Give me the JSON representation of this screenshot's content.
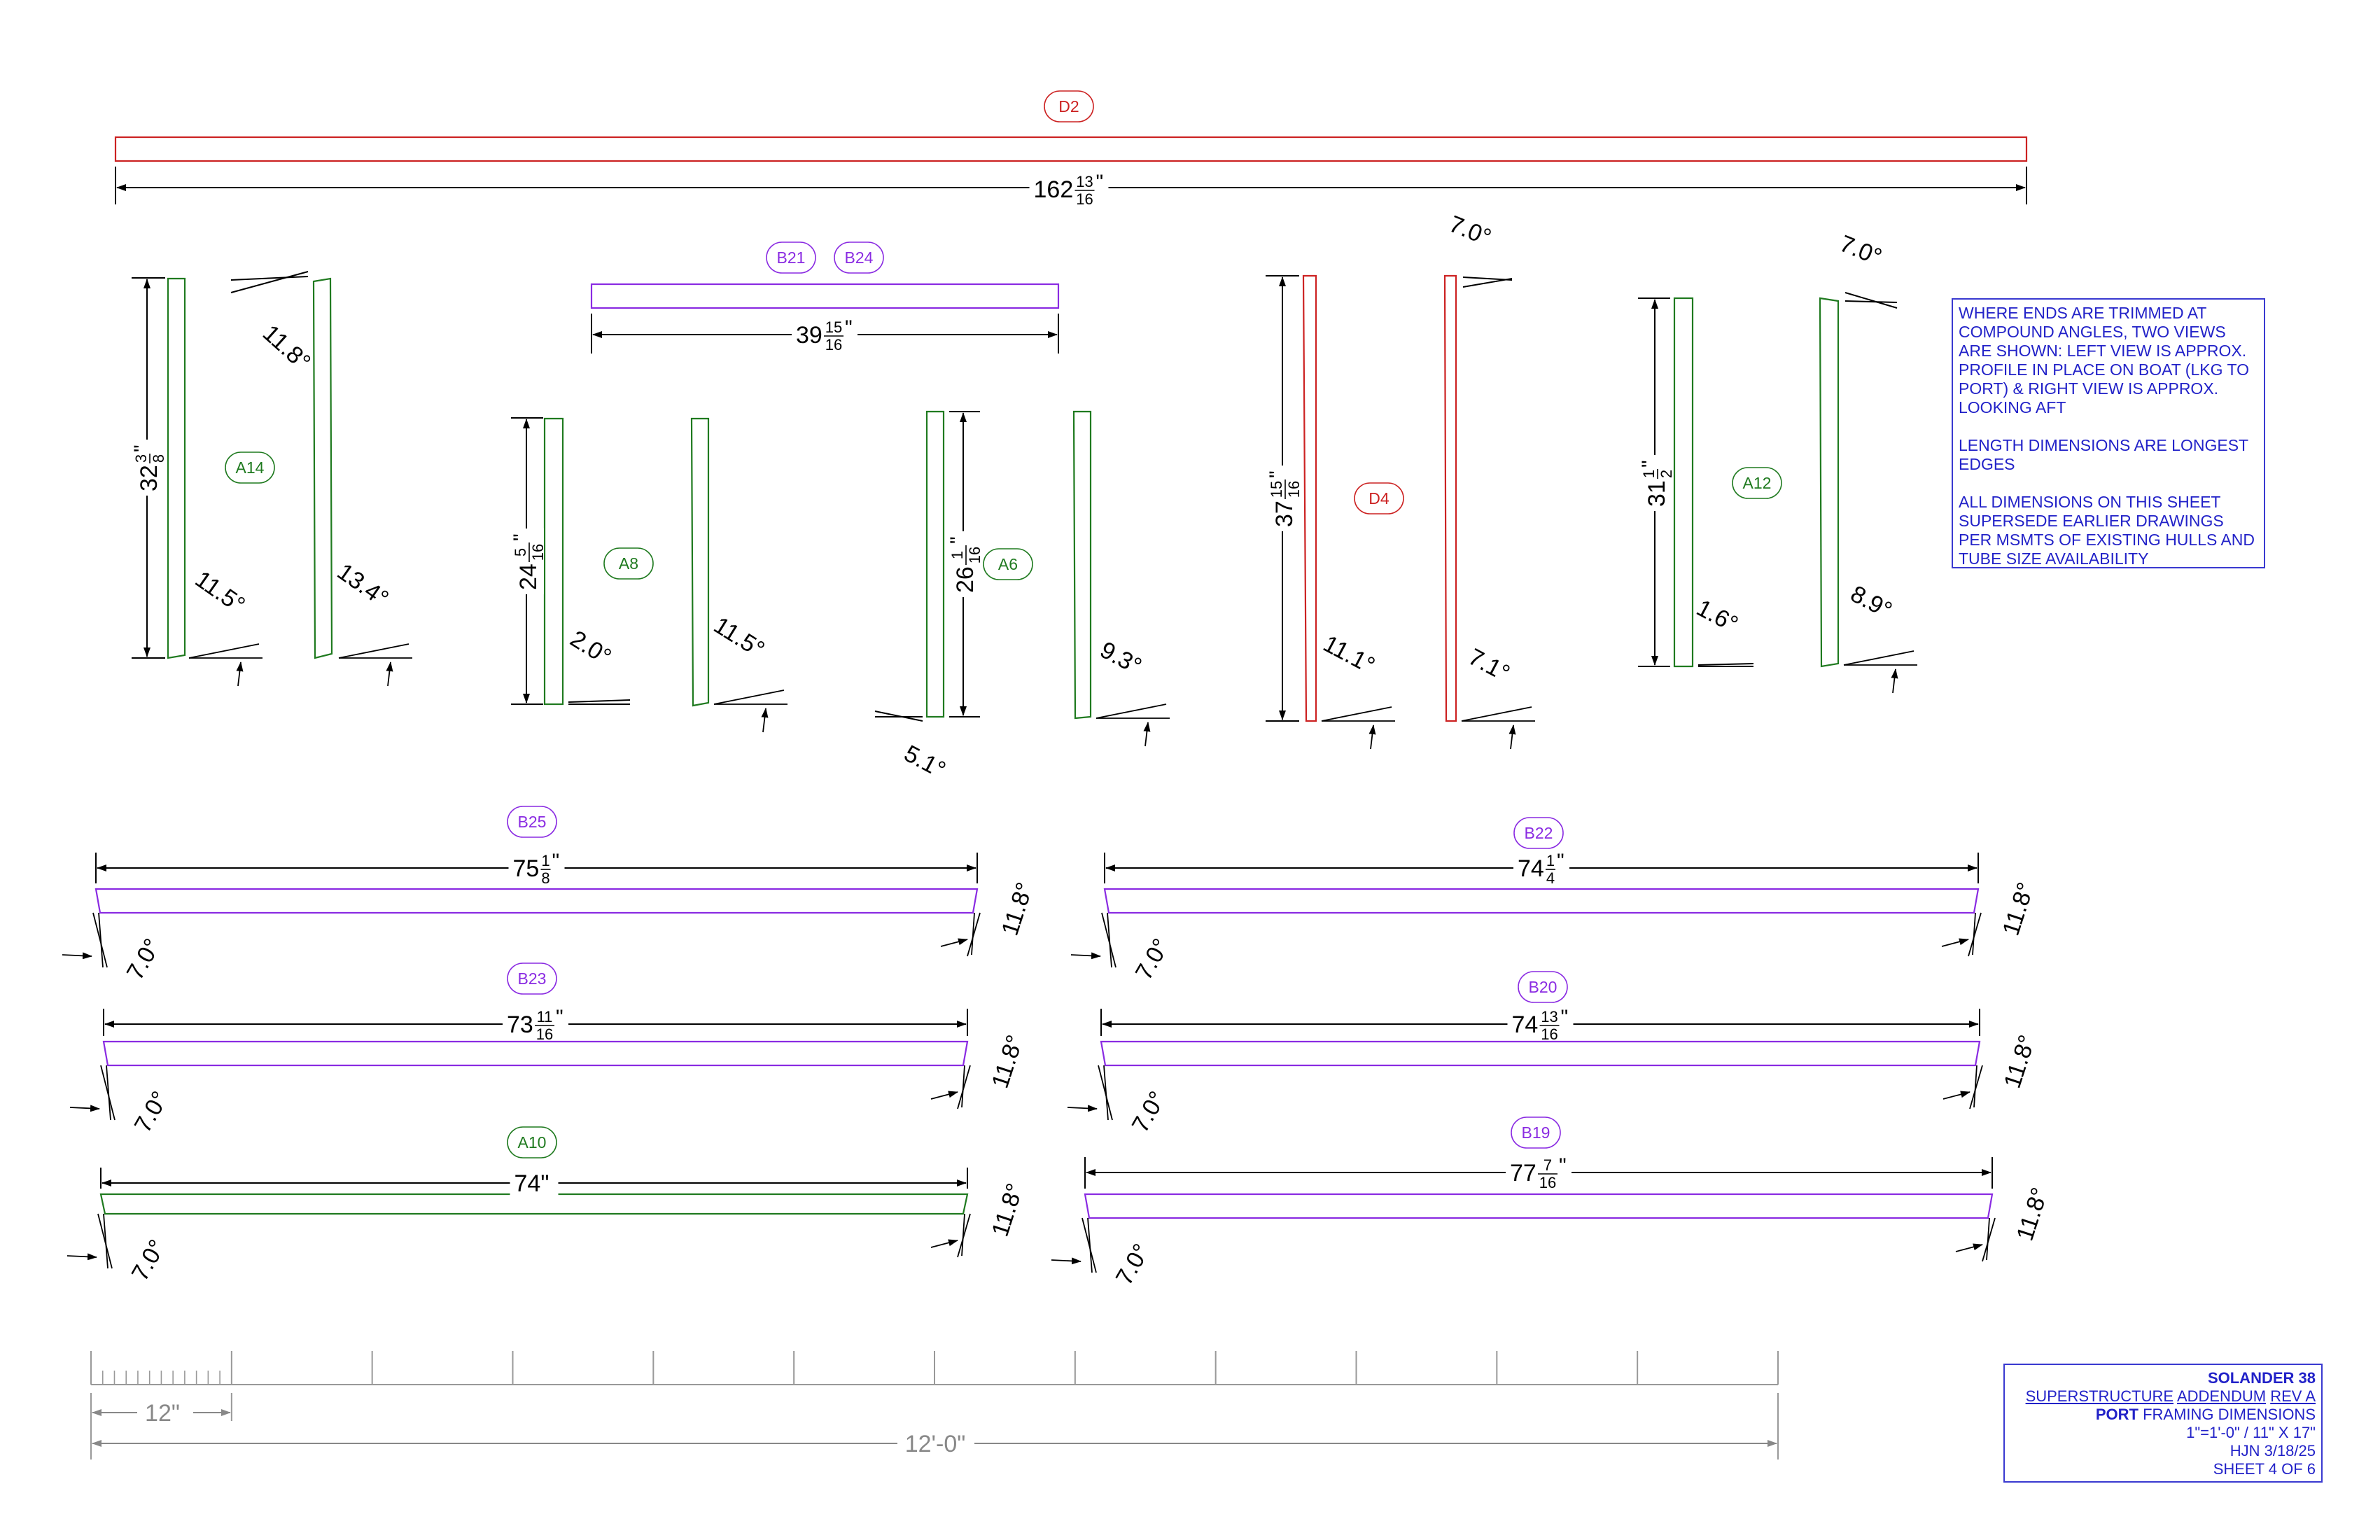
{
  "colors": {
    "red": "#cc2222",
    "green": "#1f7a1f",
    "purple": "#8a2be2",
    "blue": "#2222c8",
    "black": "#000000",
    "gray": "#888888"
  },
  "tags": {
    "D2": "D2",
    "B21": "B21",
    "B24": "B24",
    "A14": "A14",
    "A8": "A8",
    "A6": "A6",
    "D4": "D4",
    "A12": "A12",
    "B25": "B25",
    "B22": "B22",
    "B23": "B23",
    "B20": "B20",
    "A10": "A10",
    "B19": "B19"
  },
  "dims": {
    "d2": {
      "whole": "162",
      "num": "13",
      "den": "16",
      "unit": "\""
    },
    "b21": {
      "whole": "39",
      "num": "15",
      "den": "16",
      "unit": "\""
    },
    "a14": {
      "whole": "32",
      "num": "3",
      "den": "8",
      "unit": "\""
    },
    "a8": {
      "whole": "24",
      "num": "5",
      "den": "16",
      "unit": "\""
    },
    "a6": {
      "whole": "26",
      "num": "1",
      "den": "16",
      "unit": "\""
    },
    "d4": {
      "whole": "37",
      "num": "15",
      "den": "16",
      "unit": "\""
    },
    "a12": {
      "whole": "31",
      "num": "1",
      "den": "2",
      "unit": "\""
    },
    "b25": {
      "whole": "75",
      "num": "1",
      "den": "8",
      "unit": "\""
    },
    "b22": {
      "whole": "74",
      "num": "1",
      "den": "4",
      "unit": "\""
    },
    "b23": {
      "whole": "73",
      "num": "11",
      "den": "16",
      "unit": "\""
    },
    "b20": {
      "whole": "74",
      "num": "13",
      "den": "16",
      "unit": "\""
    },
    "a10": {
      "whole": "74\""
    },
    "b19": {
      "whole": "77",
      "num": "7",
      "den": "16",
      "unit": "\""
    }
  },
  "angles": {
    "a14_top": "11.8°",
    "a14_bot": "11.5°",
    "a14_bot_r": "13.4°",
    "a8_bot": "2.0°",
    "a8_bot_r": "11.5°",
    "a6_bot_l": "5.1°",
    "a6_bot_r": "9.3°",
    "d4_top": "7.0°",
    "d4_bot": "11.1°",
    "d4_bot_r": "7.1°",
    "a12_top": "7.0°",
    "a12_bot": "1.6°",
    "a12_bot_r": "8.9°",
    "b25_l": "7.0°",
    "b25_r": "11.8°",
    "b22_l": "7.0°",
    "b22_r": "11.8°",
    "b23_l": "7.0°",
    "b23_r": "11.8°",
    "b20_l": "7.0°",
    "b20_r": "11.8°",
    "a10_l": "7.0°",
    "a10_r": "11.8°",
    "b19_l": "7.0°",
    "b19_r": "11.8°"
  },
  "scale": {
    "small": "12\"",
    "large": "12'-0\""
  },
  "notes": {
    "p1": "WHERE ENDS ARE TRIMMED AT COMPOUND ANGLES, TWO VIEWS ARE SHOWN: LEFT VIEW IS APPROX. PROFILE IN PLACE ON BOAT (LKG TO PORT) & RIGHT VIEW IS APPROX. LOOKING AFT",
    "p2": "LENGTH DIMENSIONS ARE LONGEST EDGES",
    "p3": "ALL DIMENSIONS ON THIS SHEET SUPERSEDE EARLIER DRAWINGS PER MSMTS OF EXISTING HULLS AND TUBE SIZE AVAILABILITY"
  },
  "title_block": {
    "project": "SOLANDER 38",
    "l2a": "SUPERSTRUCTURE",
    "l2b": "ADDENDUM",
    "l2c": "REV A",
    "l3a": "PORT",
    "l3b": " FRAMING DIMENSIONS",
    "l4": "1\"=1'-0\" / 11\" X 17\"",
    "l5": "HJN 3/18/25",
    "l6": "SHEET 4 OF 6"
  }
}
